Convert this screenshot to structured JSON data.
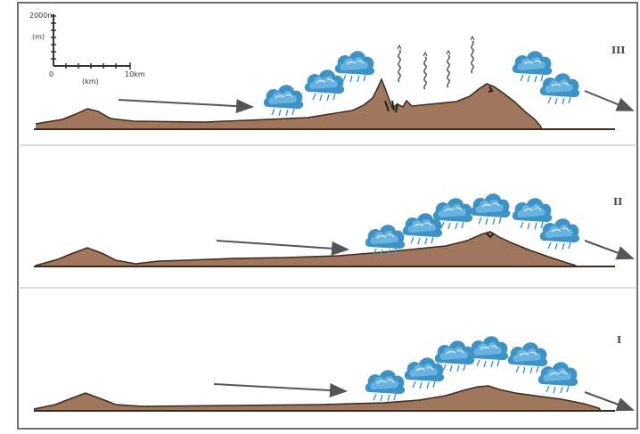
{
  "figure": {
    "colors": {
      "terrain": "#a0775d",
      "terrain_edge": "#3a2a20",
      "cloud_dark": "#3f93c4",
      "cloud_light": "#6db7e6",
      "cloud_highlight": "#d9eef9",
      "wind_arrow": "#555555",
      "frame": "#6e6e6e",
      "heat_wave": "#555555"
    },
    "scale_bar": {
      "vertical_top": "2000m",
      "vertical_mid": "(m)",
      "horizontal_start": "0",
      "horizontal_end": "10km",
      "horizontal_unit": "(km)"
    },
    "panels": [
      {
        "label": "III",
        "has_heat_waves": true,
        "icons": [
          "cloud-icon",
          "wind-arrow-icon",
          "heat-wave-icon"
        ]
      },
      {
        "label": "II",
        "has_heat_waves": false,
        "icons": [
          "cloud-icon",
          "wind-arrow-icon"
        ]
      },
      {
        "label": "I",
        "has_heat_waves": false,
        "icons": [
          "cloud-icon",
          "wind-arrow-icon"
        ]
      }
    ]
  }
}
